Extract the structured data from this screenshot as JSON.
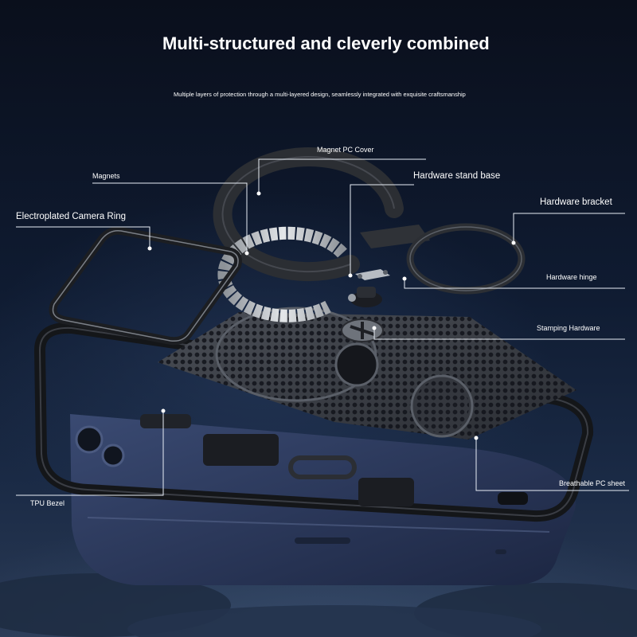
{
  "title": "Multi-structured and cleverly combined",
  "subtitle": "Multiple layers of protection through a multi-layered design, seamlessly integrated with exquisite craftsmanship",
  "callouts": {
    "magnet_pc_cover": "Magnet PC Cover",
    "magnets": "Magnets",
    "hardware_stand_base": "Hardware stand base",
    "electroplated_camera_ring": "Electroplated Camera Ring",
    "hardware_bracket": "Hardware bracket",
    "hardware_hinge": "Hardware hinge",
    "stamping_hardware": "Stamping Hardware",
    "breathable_pc_sheet": "Breathable PC sheet",
    "tpu_bezel": "TPU Bezel"
  },
  "colors": {
    "background_dark": "#0b1120",
    "text": "#ffffff",
    "leader_line": "#e8eef6",
    "phone_body": "#2d3a5c",
    "bezel_black": "#141619",
    "sheet_gray": "#3c4048",
    "magnet_silver": "#c6cacf"
  }
}
